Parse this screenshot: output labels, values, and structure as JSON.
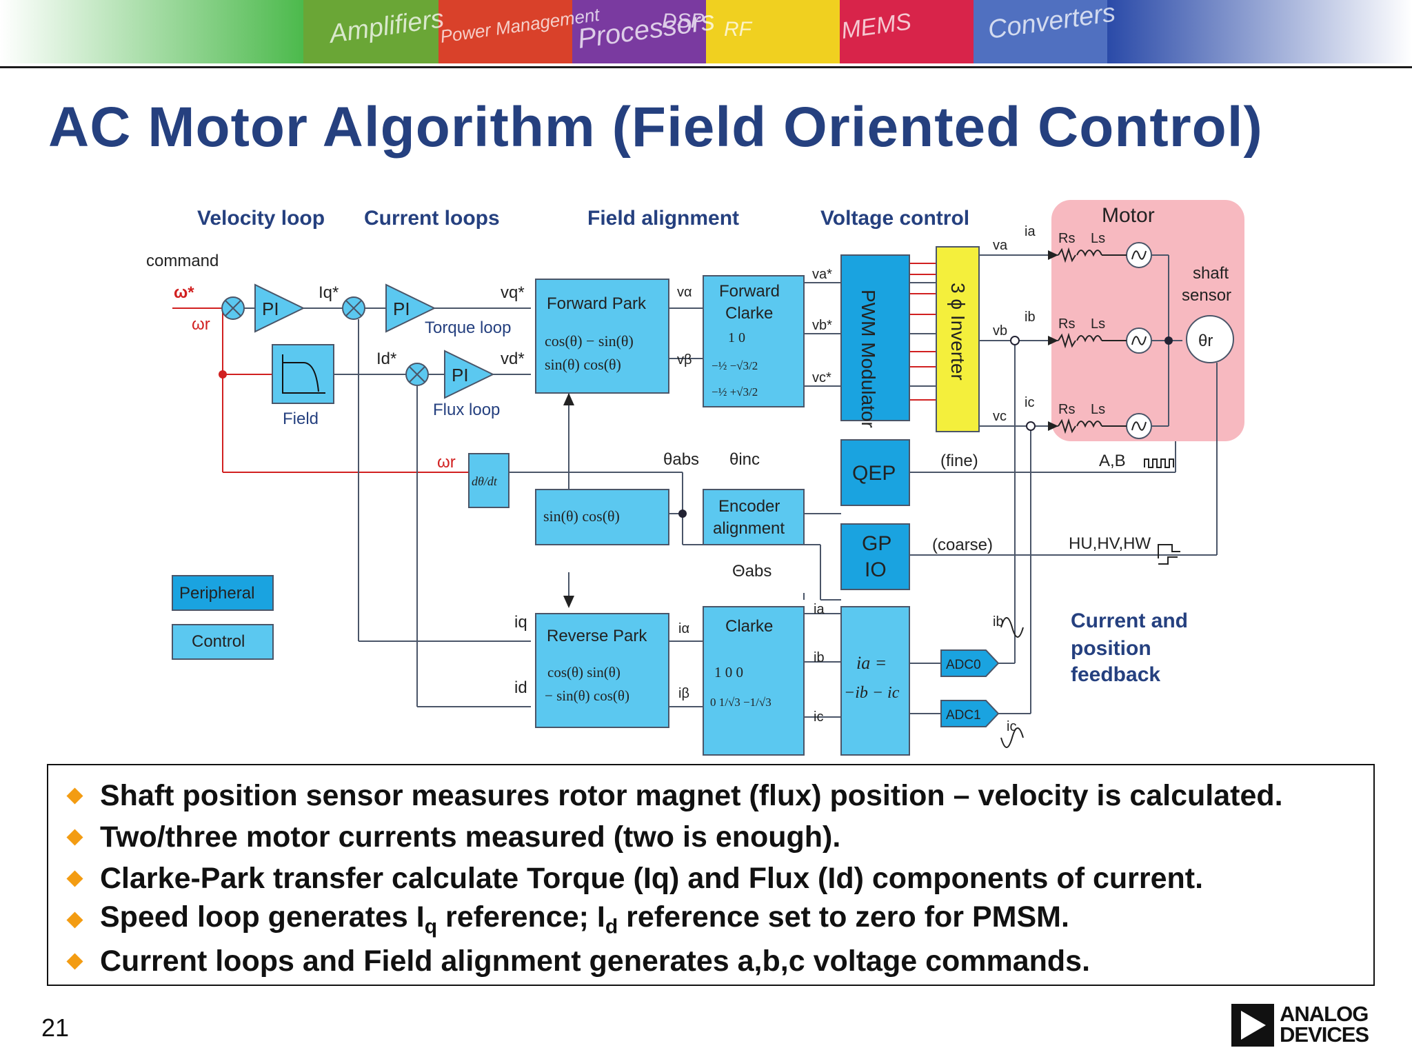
{
  "banner": {
    "segments": [
      "Amplifiers",
      "Power Management",
      "Processors",
      "DSP",
      "RF",
      "MEMS",
      "Converters"
    ]
  },
  "title": "AC Motor Algorithm (Field Oriented Control)",
  "diagram": {
    "section_labels": [
      "Velocity loop",
      "Current loops",
      "Field alignment",
      "Voltage control"
    ],
    "motor_title": "Motor",
    "command": "command",
    "omega_star": "ω*",
    "omega_r": "ωr",
    "pi": "PI",
    "iq_star": "Iq*",
    "id_star": "Id*",
    "vq_star": "vq*",
    "vd_star": "vd*",
    "torque_loop": "Torque loop",
    "flux_loop": "Flux loop",
    "field": "Field",
    "forward_park": "Forward Park",
    "forward_park_matrix": [
      "cos(θ)  − sin(θ)",
      "sin(θ)    cos(θ)"
    ],
    "v_alpha": "vα",
    "v_beta": "vβ",
    "forward_clarke": [
      "Forward",
      "Clarke"
    ],
    "forward_clarke_matrix": [
      "1   0",
      "−½  −√3/2",
      "−½  +√3/2"
    ],
    "va_star": "va*",
    "vb_star": "vb*",
    "vc_star": "vc*",
    "pwm": "PWM Modulator",
    "inverter": "3 ϕ Inverter",
    "va": "va",
    "vb": "vb",
    "vc": "vc",
    "ia": "ia",
    "ib": "ib",
    "ic": "ic",
    "rs": "Rs",
    "ls": "Ls",
    "shaft_sensor": [
      "shaft",
      "sensor"
    ],
    "theta_r": "θr",
    "derivative": "dθ/dt",
    "theta_abs": "θabs",
    "theta_inc": "θinc",
    "Theta_abs": "Θabs",
    "sincos": "sin(θ)   cos(θ)",
    "encoder_alignment": [
      "Encoder",
      "alignment"
    ],
    "qep": "QEP",
    "gpio": [
      "GP",
      "IO"
    ],
    "fine": "(fine)",
    "coarse": "(coarse)",
    "ab": "A,B",
    "huhvhw": "HU,HV,HW",
    "legend_peripheral": "Peripheral",
    "legend_control": "Control",
    "iq": "iq",
    "id": "id",
    "reverse_park": "Reverse Park",
    "reverse_park_matrix": [
      "cos(θ)   sin(θ)",
      "− sin(θ)  cos(θ)"
    ],
    "i_alpha": "iα",
    "i_beta": "iβ",
    "clarke": "Clarke",
    "clarke_matrix": [
      "1   0   0",
      "0  1/√3  −1/√3"
    ],
    "ia_eq": "ia =",
    "ia_eq2": "−ib − ic",
    "adc0": "ADC0",
    "adc1": "ADC1",
    "feedback": [
      "Current and",
      "position",
      "feedback"
    ]
  },
  "bullets": [
    {
      "text": "Shaft position sensor measures rotor magnet (flux) position – velocity is calculated."
    },
    {
      "text": "Two/three motor currents measured (two is enough)."
    },
    {
      "text": "Clarke-Park transfer calculate Torque (Iq) and Flux (Id) components of current."
    },
    {
      "pre": "Speed loop generates I",
      "sub1": "q",
      "mid": " reference; I",
      "sub2": "d",
      "post": " reference set to zero for PMSM."
    },
    {
      "text": "Current loops and Field alignment generates a,b,c voltage commands."
    }
  ],
  "page_number": "21",
  "logo": [
    "ANALOG",
    "DEVICES"
  ],
  "colors": {
    "title": "#25407f",
    "block": "#5bc8f0",
    "peripheral": "#1aa3e0",
    "inverter": "#f4ef3c",
    "motor": "#f7b9c0",
    "loop_red": "#d12020",
    "bullet": "#f39c12"
  }
}
